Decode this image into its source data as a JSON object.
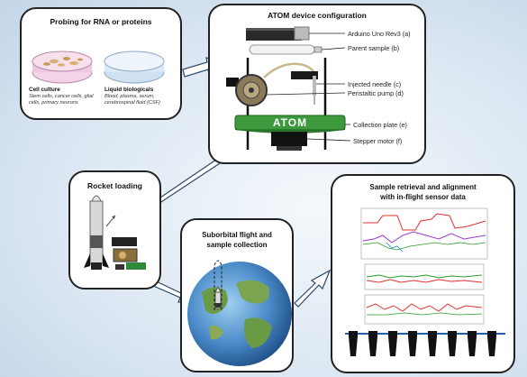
{
  "panels": {
    "probing": {
      "title": "Probing for RNA or proteins",
      "cell_culture": {
        "title": "Cell culture",
        "desc_line1": "Stem cells, cancer cells, glial",
        "desc_line2": "cells, primary neurons"
      },
      "liquid": {
        "title": "Liquid biologicals",
        "desc_line1": "Blood, plasma, serum,",
        "desc_line2": "cerebrospinal fluid (CSF)"
      }
    },
    "atom": {
      "title": "ATOM device configuration",
      "device_label": "ATOM",
      "labels": [
        "Arduino Uno Rev3 (a)",
        "Parent sample (b)",
        "Injected needle (c)",
        "Peristaltic pump (d)",
        "Collection plate (e)",
        "Stepper motor (f)"
      ]
    },
    "rocket": {
      "title": "Rocket loading"
    },
    "flight": {
      "title_line1": "Suborbital flight and",
      "title_line2": "sample collection"
    },
    "retrieval": {
      "title_line1": "Sample retrieval and alignment",
      "title_line2": "with in-flight sensor data"
    }
  },
  "colors": {
    "panel_border": "#222222",
    "background": "#d6e3f0",
    "arrow_fill": "#ffffff",
    "arrow_stroke": "#2c4a6b",
    "collection_plate": "#3c9a3c",
    "chart_red": "#e03030",
    "chart_green": "#2a9a2a",
    "chart_purple": "#9a3ad0",
    "tube_fill": "#111111"
  },
  "icons": [
    "petri-dish-cells-icon",
    "petri-dish-liquid-icon",
    "arduino-board-icon",
    "syringe-icon",
    "pump-icon",
    "rocket-icon",
    "earth-globe-icon",
    "sample-tube-icon"
  ]
}
